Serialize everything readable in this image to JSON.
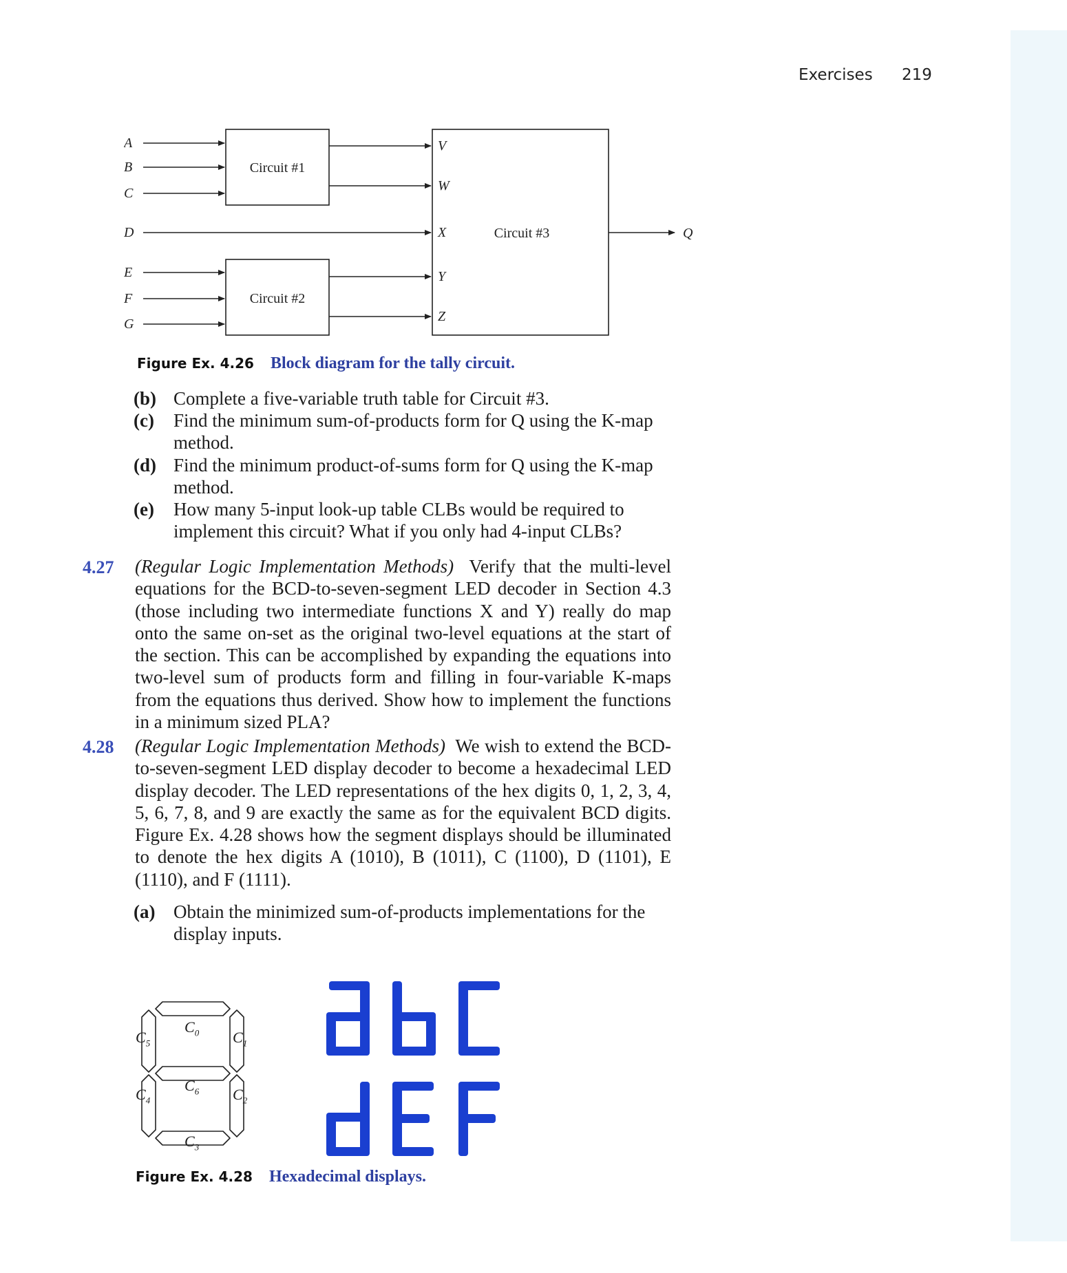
{
  "header": {
    "section": "Exercises",
    "page_number": "219"
  },
  "fig426": {
    "inputs": [
      "A",
      "B",
      "C",
      "D",
      "E",
      "F",
      "G"
    ],
    "circuit1": "Circuit #1",
    "circuit2": "Circuit #2",
    "circuit3": "Circuit #3",
    "c3_inputs": [
      "V",
      "W",
      "X",
      "Y",
      "Z"
    ],
    "output": "Q",
    "label": "Figure Ex. 4.26",
    "title": "Block diagram for the tally circuit."
  },
  "parts_426": [
    {
      "label": "(b)",
      "text": "Complete a five-variable truth table for Circuit #3."
    },
    {
      "label": "(c)",
      "text": "Find the minimum sum-of-products form for Q using the K-map method."
    },
    {
      "label": "(d)",
      "text": "Find the minimum product-of-sums form for Q using the K-map method."
    },
    {
      "label": "(e)",
      "text": "How many 5-input look-up table CLBs would be required to implement this circuit? What if you only had 4-input CLBs?"
    }
  ],
  "ex427": {
    "number": "4.27",
    "topic": "(Regular Logic Implementation Methods)",
    "text": "Verify that the multi-level equations for the BCD-to-seven-segment LED decoder in Section 4.3 (those including two intermediate functions X and Y) really do map onto the same on-set as the original two-level equations at the start of the section. This can be accomplished by expanding the equations into two-level sum of products form and filling in four-variable K-maps from the equations thus derived. Show how to implement the functions in a minimum sized PLA?"
  },
  "ex428": {
    "number": "4.28",
    "topic": "(Regular Logic Implementation Methods)",
    "text": "We wish to extend the BCD-to-seven-segment LED display decoder to become a hexadecimal LED display decoder. The LED representations of the hex digits 0, 1, 2, 3, 4, 5, 6, 7, 8, and 9 are exactly the same as for the equivalent BCD digits. Figure Ex. 4.28 shows how the segment displays should be illuminated to denote the hex digits A (1010), B (1011), C (1100), D (1101), E (1110), and F (1111)."
  },
  "parts_428": [
    {
      "label": "(a)",
      "text": "Obtain the minimized sum-of-products implementations for the display inputs."
    }
  ],
  "fig428": {
    "segments": [
      "C0",
      "C1",
      "C2",
      "C3",
      "C4",
      "C5",
      "C6"
    ],
    "digits_row1": [
      "A",
      "b",
      "C"
    ],
    "digits_row2": [
      "d",
      "E",
      "F"
    ],
    "digit_color": "#1a3fd0",
    "label": "Figure Ex. 4.28",
    "title": "Hexadecimal displays."
  }
}
